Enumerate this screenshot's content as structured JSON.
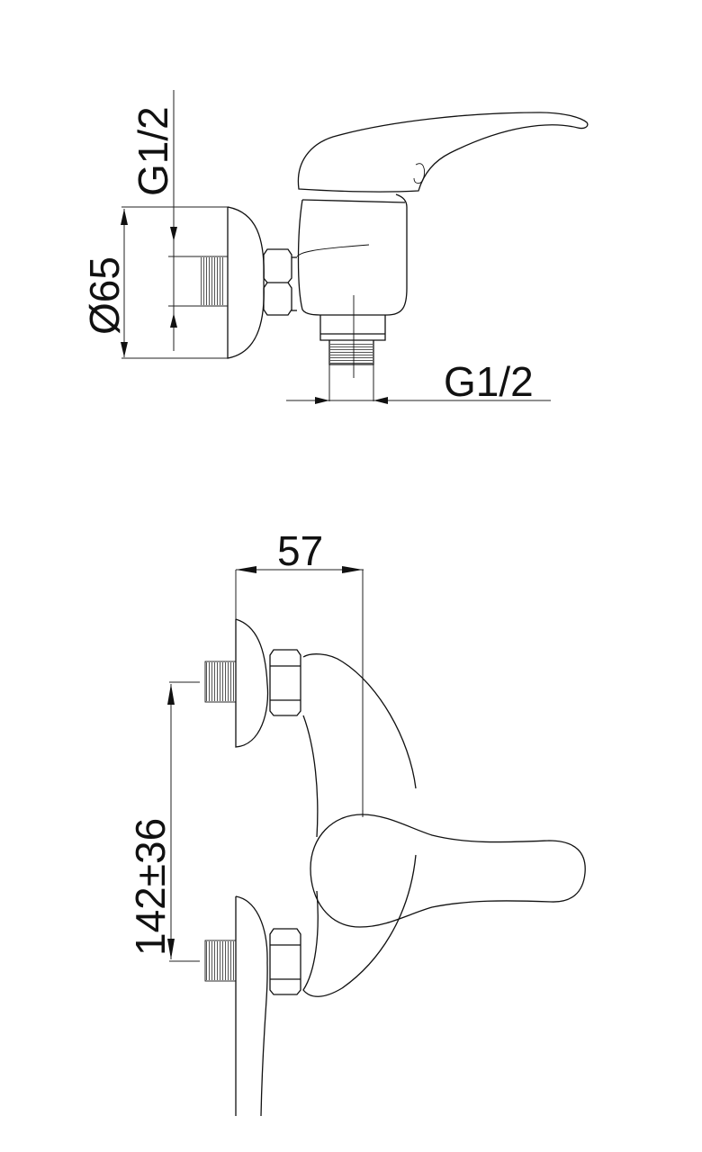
{
  "top_view": {
    "inlet_thread_label": "G1/2",
    "escutcheon_diameter_label": "Ø65",
    "outlet_thread_label": "G1/2"
  },
  "front_view": {
    "projection_label": "57",
    "inlet_spacing_label": "142±36"
  },
  "colors": {
    "line": "#111111",
    "background": "#ffffff"
  }
}
